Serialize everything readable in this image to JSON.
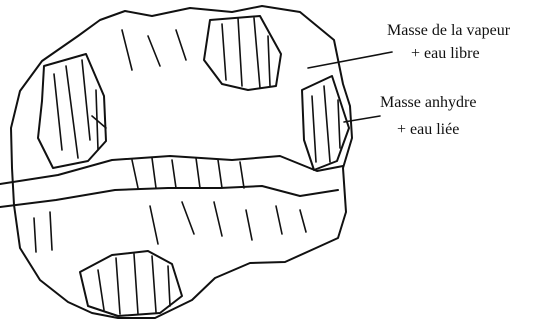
{
  "labels": {
    "vapeur_line1": "Masse de la vapeur",
    "vapeur_line2": "+ eau libre",
    "anhydre_line1": "Masse anhydre",
    "anhydre_line2": "+ eau liée"
  },
  "colors": {
    "ink": "#111111",
    "background": "#ffffff"
  }
}
